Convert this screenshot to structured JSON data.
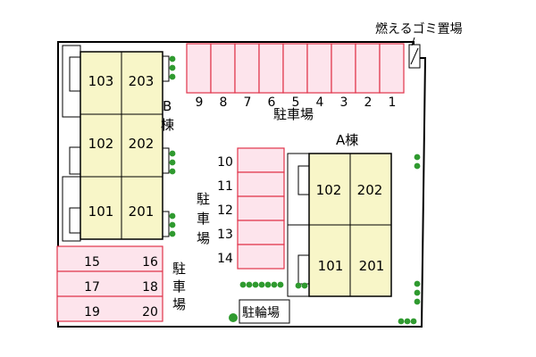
{
  "colors": {
    "building": "#f8f6c8",
    "parking": "#fde4ec",
    "parking_line": "#e0334a",
    "tree": "#2f9a2f",
    "outline": "#000000"
  },
  "garbage_label": "燃えるゴミ置場",
  "building_b": {
    "label": "B棟",
    "units": [
      "103",
      "203",
      "102",
      "202",
      "101",
      "201"
    ]
  },
  "building_a": {
    "label": "A棟",
    "units": [
      "102",
      "202",
      "101",
      "201"
    ]
  },
  "parking_top": {
    "label": "駐車場",
    "spaces": [
      "9",
      "8",
      "7",
      "6",
      "5",
      "4",
      "3",
      "2",
      "1"
    ]
  },
  "parking_mid": {
    "label": "駐車場",
    "spaces": [
      "10",
      "11",
      "12",
      "13",
      "14"
    ]
  },
  "parking_bottom": {
    "label": "駐車場",
    "spaces": [
      "15",
      "16",
      "17",
      "18",
      "19",
      "20"
    ]
  },
  "bicycle_label": "駐輪場"
}
